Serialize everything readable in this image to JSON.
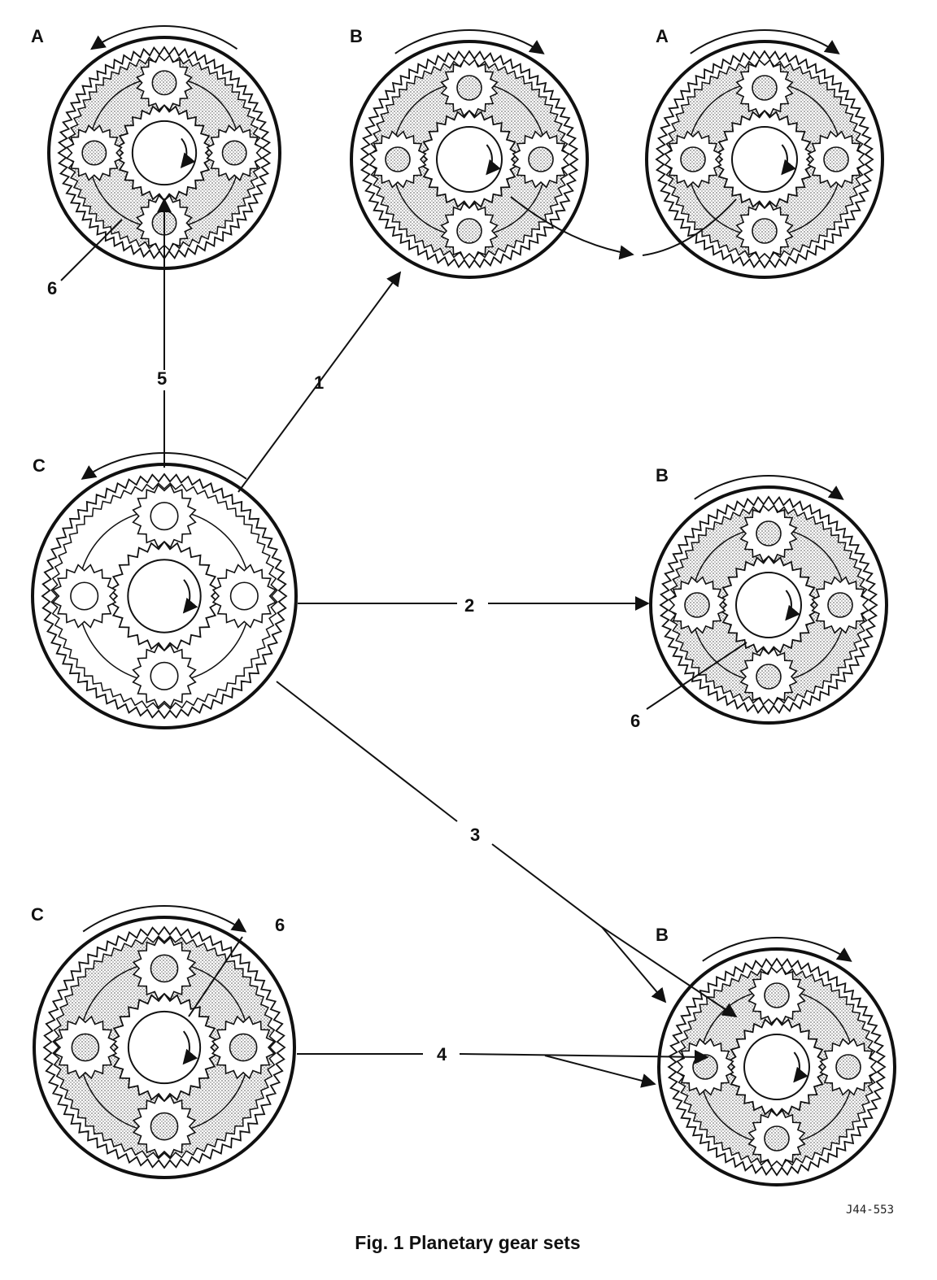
{
  "figure": {
    "caption": "Fig. 1  Planetary gear sets",
    "code": "J44-553",
    "gears": [
      {
        "label": "A",
        "shaded": true
      },
      {
        "label": "B",
        "shaded": true
      },
      {
        "label": "A",
        "shaded": true
      },
      {
        "label": "C",
        "shaded": false
      },
      {
        "label": "B",
        "shaded": true
      },
      {
        "label": "C",
        "shaded": true
      },
      {
        "label": "B",
        "shaded": true
      }
    ],
    "paths": [
      {
        "number": "1"
      },
      {
        "number": "2"
      },
      {
        "number": "3"
      },
      {
        "number": "4"
      },
      {
        "number": "5"
      }
    ],
    "callouts": [
      "6",
      "6",
      "6"
    ]
  }
}
